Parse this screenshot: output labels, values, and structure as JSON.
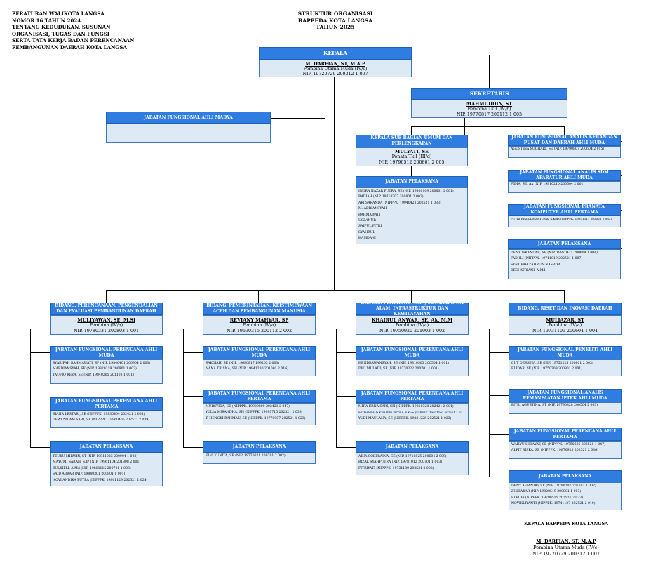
{
  "header_left": [
    "PERATURAN WALIKOTA LANGSA",
    "NOMOR 16 TAHUN 2024",
    "TENTANG KEDUDUKAN, SUSUNAN",
    "ORGANISASI, TUGAS DAN FUNGSI",
    "SERTA TATA KERJA BADAN PERENCANAAN",
    "PEMBANGUNAN DAERAH KOTA LANGSA"
  ],
  "header_center": [
    "STRUKTUR ORGANISASI",
    "BAPPEDA KOTA LANGSA",
    "TAHUN 2025"
  ],
  "colors": {
    "header": "#2f7de0",
    "box_fill": "#dde9f5",
    "border": "#3c78c4"
  },
  "kepala": {
    "title": "KEPALA",
    "name": "M. DARFIAN, ST, M.A.P",
    "rank": "Pembina Utama Muda (IV/c)",
    "nip": "NIP. 19720729 200312 1 007"
  },
  "sekretaris": {
    "title": "SEKRETARIS",
    "name": "MAHMUDDIN, ST",
    "rank": "Pembina Tk.I (IV/b)",
    "nip": "NIP. 19770817 200112 1 003"
  },
  "fungsional_madya": {
    "title": "JABATAN FUNGSIONAL AHLI MADYA"
  },
  "kasubag": {
    "title": "KEPALA SUB BAGIAN UMUM DAN PERLENGKAPAN",
    "name": "MULYATI, SE",
    "rank": "Penata Tk.I (III/d)",
    "nip": "NIP. 19790512 200801 2 005"
  },
  "sek_pelaksana": {
    "title": "JABATAN PELAKSANA",
    "items": [
      "INDRA NAZAR PUTRA, SE (NIP. 19830109 200801 1 001)",
      "RADIAH (NIP. 19710707 200801 2 002)",
      "ARI SARANDA (NIPPPK. 19940423 202521 1 033)",
      "M. ADRIANSYAH",
      "RAHMAWATI",
      "USZANUR",
      "SAIFUL FITRI",
      "SYAHRUL",
      "HAMDANI"
    ]
  },
  "sek_keuangan": {
    "title": "JABATAN FUNGSIONAL ANALIS KEUANGAN PUSAT DAN DAERAH AHLI MUDA",
    "items": [
      "AGUSTINA SUCHARI, SE (NIP. 19790807 200604 2 015)"
    ]
  },
  "sek_sdm": {
    "title": "JABATAN FUNGSIONAL ANALIS SDM APARATUR AHLI MUDA",
    "items": [
      "FIDIA, SE. Ak (NIP. 19810210 200504 2 001)"
    ]
  },
  "sek_komputer": {
    "title": "JABATAN FUNGSIONAL PRANATA KOMPUTER AHLI PERTAMA",
    "items": [
      "PUTRI REZKA MARTUNA, S.Kom (NIPPPK. 19931111 202521 2 032)"
    ]
  },
  "sek_pelaksana2": {
    "title": "JABATAN PELAKSANA",
    "items": [
      "DENY ISKANDAR, SE (NIP. 19870421 200604 1 004)",
      "FADHLI (NIPPPK. 19711019 202521 1 007)",
      "SYARIFAH ZAHRUN NASRIYA",
      "DESI ATRIANI, A.Md"
    ]
  },
  "bidang1": {
    "title": "BIDANG. PERENCANAAN, PENGENDALIAN DAN EVALUASI PEMBANGUNAN DAERAH",
    "name": "MULIYAWAN, SE, M.Si",
    "rank": "Pembina (IV/a)",
    "nip": "NIP. 19780331 200803 1 001"
  },
  "b1_muda": {
    "title": "JABATAN FUNGSIONAL PERENCANA AHLI MUDA",
    "items": [
      "SYARIFAH RAHMAWATI, SP (NIP. 19840401 200904 2 003)",
      "MARDIANSYAH, SE (NIP. 19820219 200901 1 003)",
      "TAUFIQ REZA, SE (NIP. 19840205 201103 1 001)"
    ]
  },
  "b1_pertama": {
    "title": "JABATAN FUNGSIONAL PERENCANA AHLI PERTAMA",
    "items": [
      "RIANA LESTARI, SE (NIPPPK. 19830404 202421 2 008)",
      "DEWI NILAM SARI, SE (NIPPPK. 19860405 202521 2 039)"
    ]
  },
  "b1_pelaksana": {
    "title": "JABATAN PELAKSANA",
    "items": [
      "TEUKU MIRWIN, ST (NIP. 19811023 200904 1 003)",
      "MAYUMI SARAH, S.IP (NIP. 19961104 201808 2 001)",
      "ZULKIFLI, A.Md (NIP. 19801115 200701 1 003)",
      "SAID ABRAR (NIP. 19840301 200801 1 001)",
      "NOVI ANDIKA PUTRA (NIPPPK. 19861129 202521 1 024)"
    ]
  },
  "bidang2": {
    "title": "BIDANG. PEMERINTAHAN, KEISTIMEWAAN ACEH DAN PEMBANGUNAN MANUSIA",
    "name": "REVIANY MAHYAR, SP",
    "rank": "Pembina (IV/a)",
    "nip": "NIP. 19690315 200112 2 002"
  },
  "b2_muda": {
    "title": "JABATAN FUNGSIONAL PERENCANA AHLI MUDA",
    "items": [
      "SAKDIAH, SE (NIP. 19680817 199203 2 003)",
      "NANA TRISNA, SH (NIP. 19841230 201001 2 016)"
    ]
  },
  "b2_pertama": {
    "title": "JABATAN FUNGSIONAL PERENCANA AHLI PERTAMA",
    "items": [
      "MURSYIDA, SE (NIPPPK. 19900809 202421 2 017)",
      "YULIA MIRANDHA, SH (NIPPPK. 19990715 202521 2 038)",
      "T. HENGKI RAHMAN, SE (NIPPPK. 19770907 202521 1 023)"
    ]
  },
  "b2_pelaksana": {
    "title": "JABATAN PELAKSANA",
    "items": [
      "ELVI YUNITA, SE (NIP. 19770621 200701 2 002)"
    ]
  },
  "bidang3": {
    "title": "BIDANG. PEREKONOMIAN, SUMBER DAYA ALAM, INFRASTRUKTUR DAN KEWILAYAHAN",
    "name": "KHAIRUL ANWAR, SE, Ak, M.M",
    "rank": "Pembina (IV/a)",
    "nip": "NIP. 19750920 201003 1 002"
  },
  "b3_muda": {
    "title": "JABATAN FUNGSIONAL PERENCANA AHLI MUDA",
    "items": [
      "HENDRAWANSYAH, SE (NIP. 19810503 200504 1 001)",
      "DWI MULADI, SE (NIP. 19770222 200701 1 001)"
    ]
  },
  "b3_pertama": {
    "title": "JABATAN FUNGSIONAL PERENCANA AHLI PERTAMA",
    "items": [
      "MIRA ERNA SARI, SH (NIPPPK. 19810328 202421 2 001)",
      "MUHAMMAD KHAIDIR PUTRA, S.Kom (NIPPPK. 19971103 202521 1 02",
      "YUDI MAULANA, SE (NIPPPK. 19831226 202521 1 023)"
    ]
  },
  "b3_pelaksana": {
    "title": "JABATAN PELAKSANA",
    "items": [
      "AINA SOEPRAINA, SE (NIP. 19710825 200604 2 009)",
      "RIZAL SYAHPUTRA (NIP. 19781012 200701 1 003)",
      "FITRIYATI (NIPPPK. 19731109 202521 2 008)"
    ]
  },
  "bidang4": {
    "title": "BIDANG. RISET DAN INOVASI DAERAH",
    "name": "MULIAZAR, ST",
    "rank": "Pembina (IV/a)",
    "nip": "NIP. 19731109 200604 1 004"
  },
  "b4_peneliti": {
    "title": "JABATAN FUNGSIONAL PENELITI AHLI MUDA",
    "items": [
      "CUT DESSINA, SE (NIP. 19751225 200801 2 003)",
      "ELIDAR, SE (NIP. 19750209 200901 2 001)"
    ]
  },
  "b4_iptek": {
    "title": "JABATAN FUNGSIONAL ANALIS PEMANFAATAN IPTEK AHLI MUDA",
    "items": [
      "FITRI AGUSTINA, ST (NIP. 19790828 200504 2 003)"
    ]
  },
  "b4_pertama": {
    "title": "JABATAN FUNGSIONAL PERENCANA AHLI PERTAMA",
    "items": [
      "WAHYU HIDAYAT, SE (NIPPPK. 19750505 202521 1 047)",
      "ALFIT RISKA, SE (NIPPPK. 19870923 202521 2 036)"
    ]
  },
  "b4_pelaksana": {
    "title": "JABATAN PELAKSANA",
    "items": [
      "DENY AFIANDO, SE (NIP. 19790207 201103 1 002)",
      "ZULFAKAR (NIP. 19820519 200801 1 003)",
      "ELFIDA (NIPPPK. 19790515 202521 2 033)",
      "NOVIKLIYANTI (NIPPPK. 19741127 202521 2 010)"
    ]
  },
  "signature": {
    "title": "KEPALA BAPPEDA KOTA LANGSA",
    "name": "M. DARFIAN, ST, M.A.P",
    "rank": "Pembina Utama Muda (IV/c)",
    "nip": "NIP. 19720729 200312 1 007"
  }
}
